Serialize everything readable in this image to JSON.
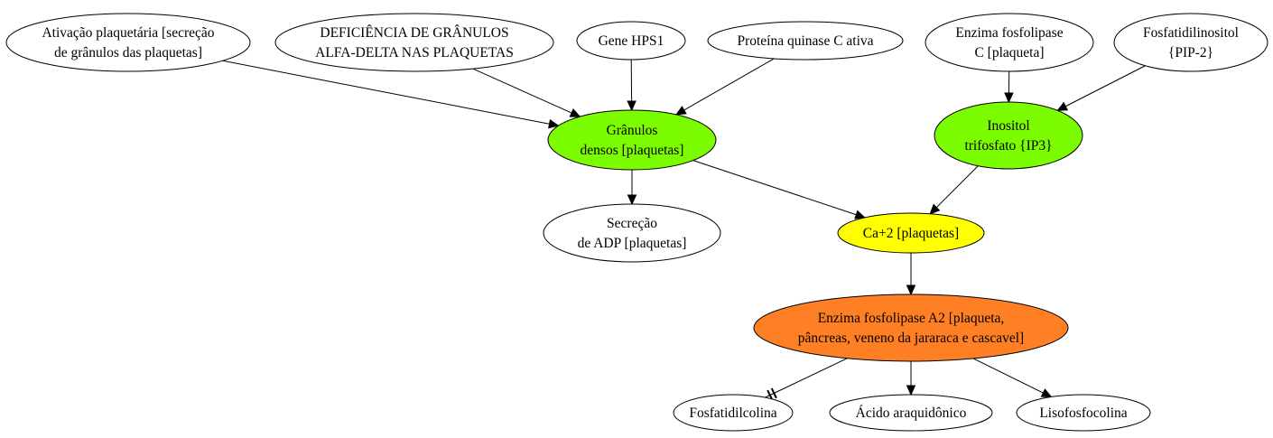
{
  "colors": {
    "default": "#ffffff",
    "green": "#7cfc00",
    "yellow": "#ffff00",
    "orange": "#ff7f24",
    "stroke": "#000000"
  },
  "nodes": [
    {
      "id": "ativacao",
      "lines": [
        "Ativação plaquetária [secreção",
        "de grânulos das plaquetas]"
      ],
      "fill": "default"
    },
    {
      "id": "deficiencia",
      "lines": [
        "DEFICIÊNCIA DE GRÂNULOS",
        "ALFA-DELTA NAS PLAQUETAS"
      ],
      "fill": "default"
    },
    {
      "id": "gene-hps1",
      "lines": [
        "Gene HPS1"
      ],
      "fill": "default"
    },
    {
      "id": "proteina-quinase",
      "lines": [
        "Proteína quinase C ativa"
      ],
      "fill": "default"
    },
    {
      "id": "enzima-fosfolipase-c",
      "lines": [
        "Enzima fosfolipase",
        "C [plaqueta]"
      ],
      "fill": "default"
    },
    {
      "id": "fosfatidilinositol",
      "lines": [
        "Fosfatidilinositol",
        "{PIP-2}"
      ],
      "fill": "default"
    },
    {
      "id": "granulos-densos",
      "lines": [
        "Grânulos",
        "densos [plaquetas]"
      ],
      "fill": "green"
    },
    {
      "id": "inositol-trifosfato",
      "lines": [
        "Inositol",
        "trifosfato {IP3}"
      ],
      "fill": "green"
    },
    {
      "id": "secrecao-adp",
      "lines": [
        "Secreção",
        "de ADP [plaquetas]"
      ],
      "fill": "default"
    },
    {
      "id": "ca2",
      "lines": [
        "Ca+2 [plaquetas]"
      ],
      "fill": "yellow"
    },
    {
      "id": "enzima-fosfolipase-a2",
      "lines": [
        "Enzima fosfolipase A2 [plaqueta,",
        "pâncreas, veneno da jararaca e cascavel]"
      ],
      "fill": "orange"
    },
    {
      "id": "fosfatidilcolina",
      "lines": [
        "Fosfatidilcolina"
      ],
      "fill": "default"
    },
    {
      "id": "acido-araquidonico",
      "lines": [
        "Ácido araquidônico"
      ],
      "fill": "default"
    },
    {
      "id": "lisofosfocolina",
      "lines": [
        "Lisofosfocolina"
      ],
      "fill": "default"
    }
  ],
  "edges": [
    {
      "from": "ativacao",
      "to": "granulos-densos",
      "type": "arrow"
    },
    {
      "from": "deficiencia",
      "to": "granulos-densos",
      "type": "arrow"
    },
    {
      "from": "gene-hps1",
      "to": "granulos-densos",
      "type": "arrow"
    },
    {
      "from": "proteina-quinase",
      "to": "granulos-densos",
      "type": "arrow"
    },
    {
      "from": "enzima-fosfolipase-c",
      "to": "inositol-trifosfato",
      "type": "arrow"
    },
    {
      "from": "fosfatidilinositol",
      "to": "inositol-trifosfato",
      "type": "arrow"
    },
    {
      "from": "granulos-densos",
      "to": "secrecao-adp",
      "type": "arrow"
    },
    {
      "from": "granulos-densos",
      "to": "ca2",
      "type": "arrow"
    },
    {
      "from": "inositol-trifosfato",
      "to": "ca2",
      "type": "arrow"
    },
    {
      "from": "ca2",
      "to": "enzima-fosfolipase-a2",
      "type": "arrow"
    },
    {
      "from": "enzima-fosfolipase-a2",
      "to": "fosfatidilcolina",
      "type": "tee"
    },
    {
      "from": "enzima-fosfolipase-a2",
      "to": "acido-araquidonico",
      "type": "arrow"
    },
    {
      "from": "enzima-fosfolipase-a2",
      "to": "lisofosfocolina",
      "type": "arrow"
    }
  ]
}
